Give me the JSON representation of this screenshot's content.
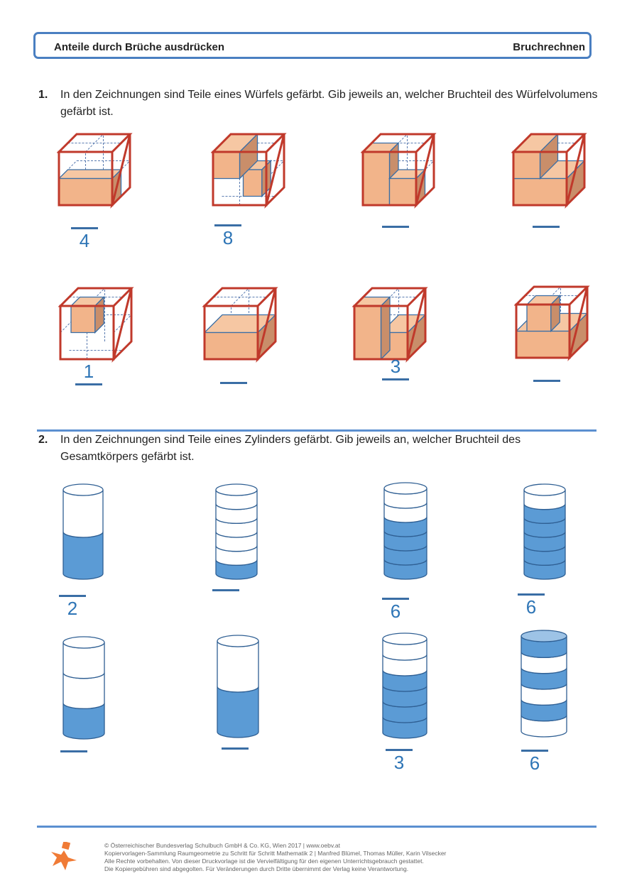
{
  "header": {
    "title": "Anteile durch Brüche ausdrücken",
    "topic": "Bruchrechnen"
  },
  "task1": {
    "number": "1.",
    "text": "In den Zeichnungen sind Teile eines Würfels gefärbt. Gib jeweils an, welcher Bruchteil des Würfelvolumens gefärbt ist.",
    "answers": [
      {
        "numerator": "",
        "denominator": "4"
      },
      {
        "numerator": "",
        "denominator": "8"
      },
      {
        "numerator": "",
        "denominator": ""
      },
      {
        "numerator": "",
        "denominator": ""
      },
      {
        "numerator": "1",
        "denominator": ""
      },
      {
        "numerator": "",
        "denominator": ""
      },
      {
        "numerator": "3",
        "denominator": ""
      },
      {
        "numerator": "",
        "denominator": ""
      }
    ]
  },
  "task2": {
    "number": "2.",
    "text": "In den Zeichnungen sind Teile eines Zylinders gefärbt. Gib jeweils an, welcher Bruchteil des Gesamtkörpers gefärbt ist.",
    "answers": [
      {
        "numerator": "",
        "denominator": "2"
      },
      {
        "numerator": "",
        "denominator": ""
      },
      {
        "numerator": "",
        "denominator": "6"
      },
      {
        "numerator": "",
        "denominator": "6"
      },
      {
        "numerator": "",
        "denominator": ""
      },
      {
        "numerator": "",
        "denominator": ""
      },
      {
        "numerator": "",
        "denominator": "3"
      },
      {
        "numerator": "",
        "denominator": "6"
      }
    ]
  },
  "footer": {
    "lines": [
      "© Österreichischer Bundesverlag Schulbuch GmbH & Co. KG, Wien 2017 | www.oebv.at",
      "Kopiervorlagen-Sammlung Raumgeometrie zu Schritt für Schritt Mathematik 2 | Manfred Blümel, Thomas Müller, Karin Vilsecker",
      "Alle Rechte vorbehalten. Von dieser Druckvorlage ist die Vervielfältigung für den eigenen Unterrichtsgebrauch gestattet.",
      "Die Kopiergebühren sind abgegolten. Für Veränderungen durch Dritte übernimmt der Verlag keine Verantwortung."
    ]
  },
  "colors": {
    "accent": "#4a7fc1",
    "cube_edge": "#c0392b",
    "cube_fill": "#f2b48a",
    "cyl_fill": "#5b9bd5",
    "logo": "#f07b36"
  }
}
